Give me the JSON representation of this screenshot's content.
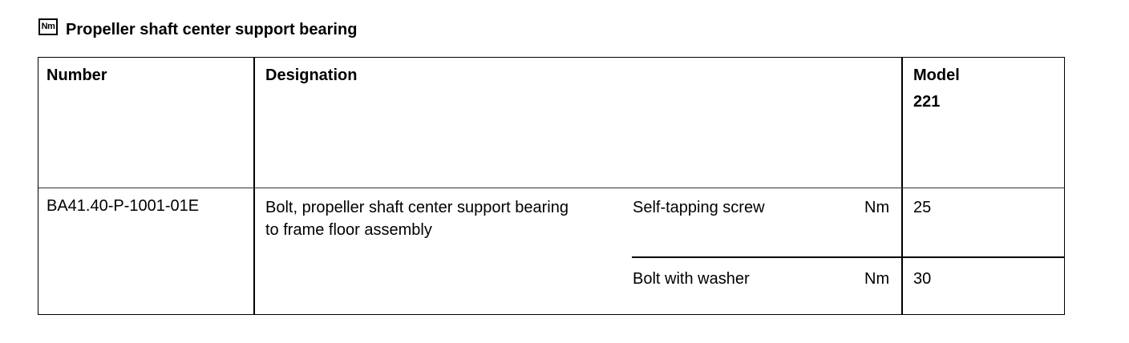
{
  "heading": {
    "icon_text": "Nm",
    "title": "Propeller shaft center support bearing"
  },
  "table": {
    "headers": {
      "number": "Number",
      "designation": "Designation",
      "model": "Model",
      "model_value": "221"
    },
    "row": {
      "number": "BA41.40-P-1001-01E",
      "designation_line1": "Bolt, propeller shaft center support bearing",
      "designation_line2": "to frame floor assembly",
      "items": [
        {
          "name": "Self-tapping screw",
          "unit": "Nm",
          "value": "25"
        },
        {
          "name": "Bolt with washer",
          "unit": "Nm",
          "value": "30"
        }
      ]
    }
  }
}
